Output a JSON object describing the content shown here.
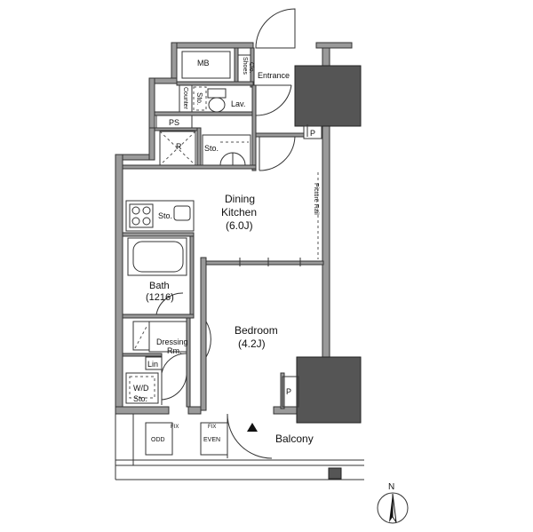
{
  "rooms": {
    "mb": "MB",
    "shoes_1": "Shoes",
    "shoes_2": "Clo.",
    "entrance": "Entrance",
    "counter": "Counter",
    "sto_lav": "Sto.",
    "lav": "Lav.",
    "ps": "PS",
    "refrigerator": "R",
    "sto_hall": "Sto.",
    "p_top": "P",
    "dining_1": "Dining",
    "dining_2": "Kitchen",
    "dining_3": "(6.0J)",
    "sto_kitchen": "Sto.",
    "picture_rail": "Picture Rail",
    "bath_1": "Bath",
    "bath_2": "(1216)",
    "bedroom_1": "Bedroom",
    "bedroom_2": "(4.2J)",
    "dressing_1": "Dressing",
    "dressing_2": "Rm.",
    "lin": "Lin",
    "wd": "W/D",
    "sto_wd": "Sto.",
    "p_bottom": "P",
    "fix_1": "FIX",
    "odd": "ODD",
    "fix_2": "FIX",
    "even": "EVEN",
    "balcony": "Balcony"
  },
  "compass": {
    "north": "N"
  }
}
